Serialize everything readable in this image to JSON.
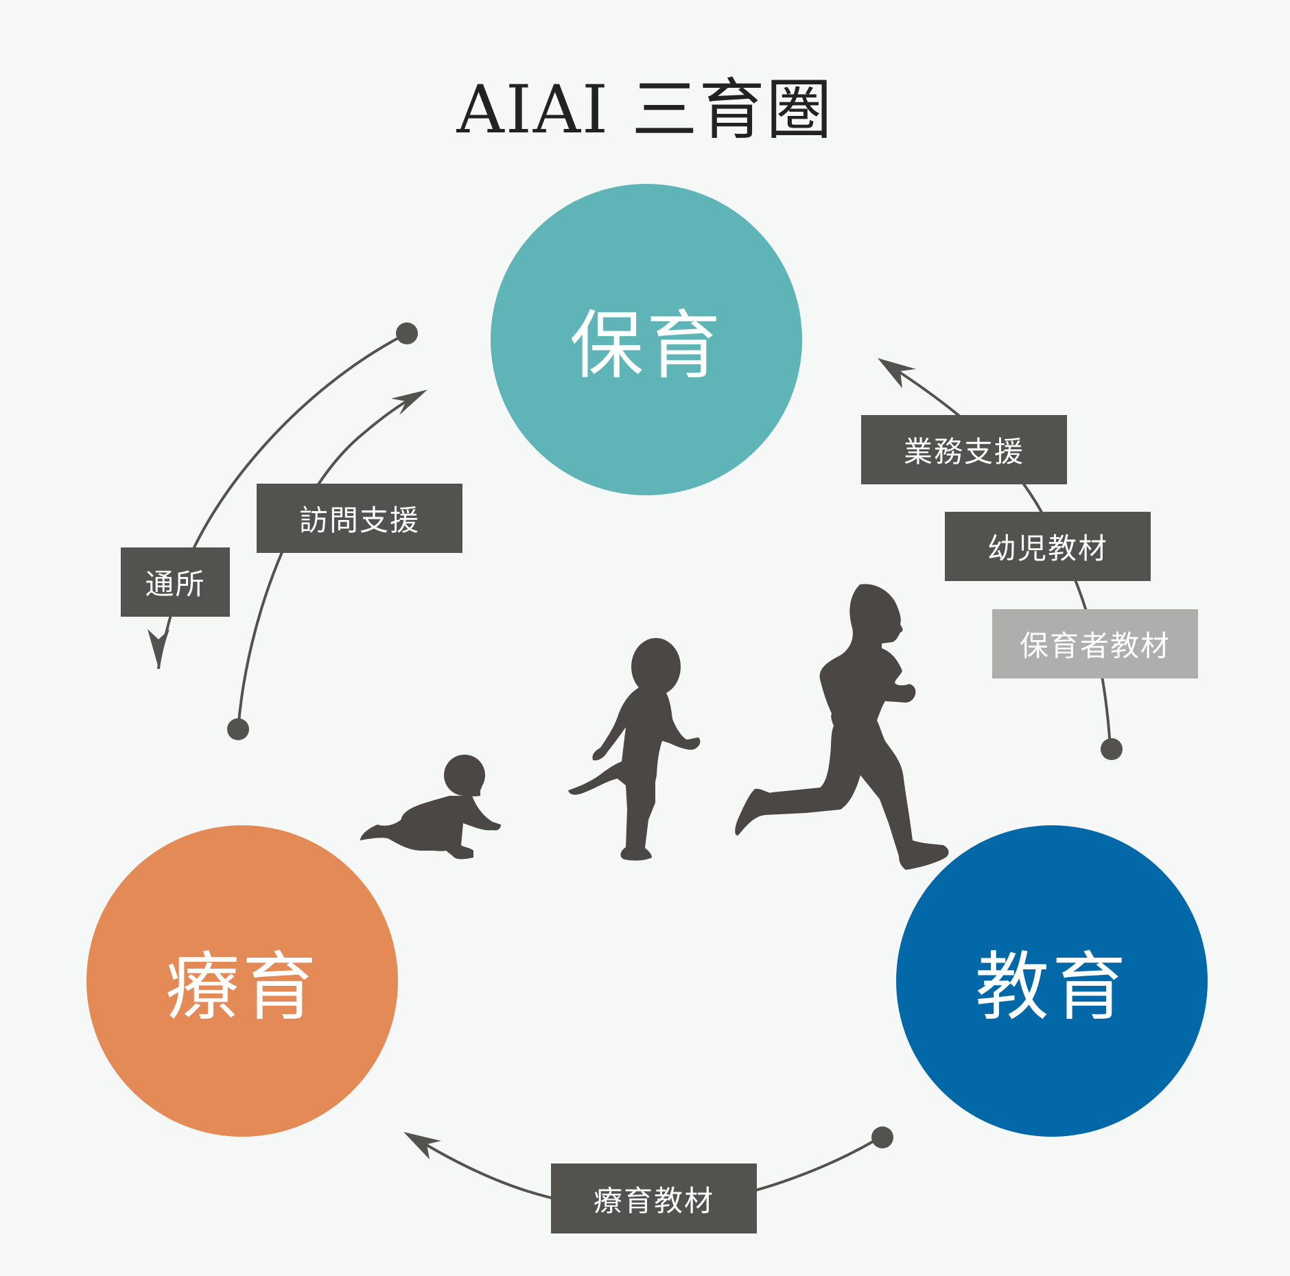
{
  "title": "AIAI 三育圏",
  "colors": {
    "background": "#f6f8f7",
    "hoiku": "#5fb4b8",
    "ryoiku": "#e38a57",
    "kyoiku": "#0268a8",
    "label_dark": "#54524e",
    "label_light": "#aeaeac",
    "silhouette": "#4b4744"
  },
  "circles": [
    {
      "id": "hoiku",
      "label": "保育"
    },
    {
      "id": "ryoiku",
      "label": "療育"
    },
    {
      "id": "kyoiku",
      "label": "教育"
    }
  ],
  "labels": {
    "tsusho": "通所",
    "houmon_shien": "訪問支援",
    "gyomu_shien": "業務支援",
    "youji_kyozai": "幼児教材",
    "hoikusha_kyozai": "保育者教材",
    "ryoiku_kyozai": "療育教材"
  },
  "flows": [
    {
      "from": "保育",
      "to": "療育",
      "label": "通所"
    },
    {
      "from": "療育",
      "to": "保育",
      "label": "訪問支援"
    },
    {
      "from": "教育",
      "to": "保育",
      "labels": [
        "業務支援",
        "幼児教材",
        "保育者教材"
      ]
    },
    {
      "from": "教育",
      "to": "療育",
      "label": "療育教材"
    }
  ],
  "silhouettes": [
    "crawling-baby",
    "toddler-walking",
    "child-running"
  ]
}
